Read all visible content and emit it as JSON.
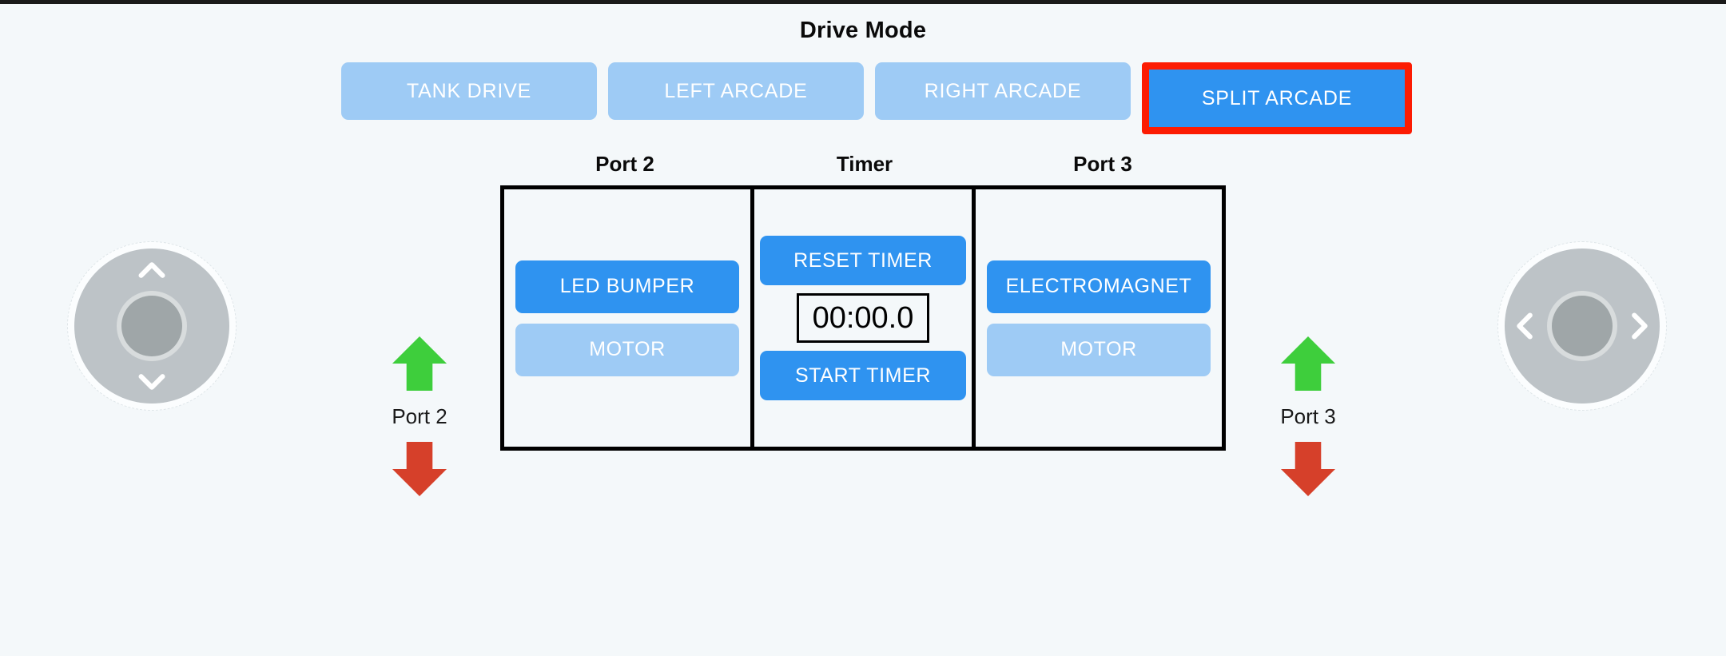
{
  "header": {
    "title": "Drive Mode"
  },
  "drive_modes": {
    "options": [
      {
        "label": "TANK DRIVE",
        "selected": false,
        "active": false
      },
      {
        "label": "LEFT ARCADE",
        "selected": false,
        "active": false
      },
      {
        "label": "RIGHT ARCADE",
        "selected": false,
        "active": false
      },
      {
        "label": "SPLIT ARCADE",
        "selected": true,
        "active": true
      }
    ],
    "selected_label": "SPLIT ARCADE",
    "highlight_color": "#fc1c03"
  },
  "columns": {
    "port2_heading": "Port 2",
    "timer_heading": "Timer",
    "port3_heading": "Port 3"
  },
  "port2": {
    "device_button": "LED BUMPER",
    "device_state": "on",
    "motor_button": "MOTOR",
    "motor_state": "off"
  },
  "timer": {
    "reset_button": "RESET TIMER",
    "display_value": "00:00.0",
    "start_button": "START TIMER"
  },
  "port3": {
    "device_button": "ELECTROMAGNET",
    "device_state": "on",
    "motor_button": "MOTOR",
    "motor_state": "off"
  },
  "indicators": {
    "left": {
      "up_icon": "up-arrow-icon",
      "label": "Port 2",
      "down_icon": "down-arrow-icon"
    },
    "right": {
      "up_icon": "up-arrow-icon",
      "label": "Port 3",
      "down_icon": "down-arrow-icon"
    },
    "up_color": "#3ece3c",
    "down_color": "#d6402a"
  },
  "joysticks": {
    "left": {
      "name": "left-joystick",
      "axis": "vertical",
      "up_icon": "chevron-up-icon",
      "down_icon": "chevron-down-icon"
    },
    "right": {
      "name": "right-joystick",
      "axis": "horizontal",
      "left_icon": "chevron-left-icon",
      "right_icon": "chevron-right-icon"
    }
  },
  "colors": {
    "background": "#f4f8fa",
    "button_active": "#2f93f0",
    "button_inactive": "#9ecbf5",
    "panel_border": "#000000"
  }
}
